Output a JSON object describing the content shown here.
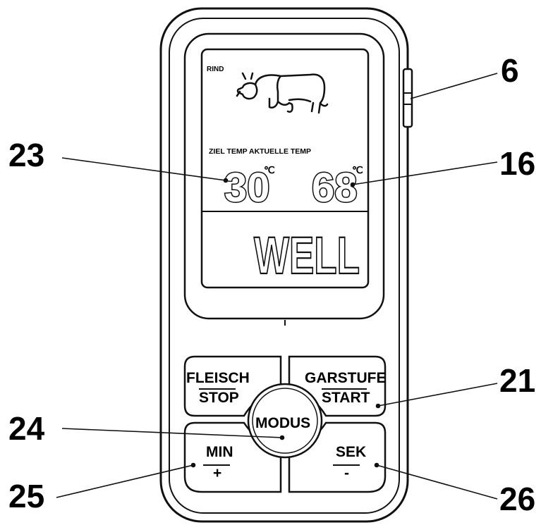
{
  "device": {
    "lcd": {
      "meat_label": "RIND",
      "temp_header": "ZIEL TEMP AKTUELLE TEMP",
      "target_temp": "30",
      "current_temp": "68",
      "unit": "℃",
      "doneness": "WELL"
    },
    "buttons": {
      "top_left": {
        "line1": "FLEISCH",
        "line2": "STOP"
      },
      "top_right": {
        "line1": "GARSTUFE",
        "line2": "START"
      },
      "center": "MODUS",
      "bottom_left": {
        "line1": "MIN",
        "line2": "+"
      },
      "bottom_right": {
        "line1": "SEK",
        "line2": "-"
      }
    }
  },
  "callouts": {
    "c6": "6",
    "c16": "16",
    "c21": "21",
    "c23": "23",
    "c24": "24",
    "c25": "25",
    "c26": "26"
  },
  "icons": {
    "meat_icon": "cow-icon"
  }
}
